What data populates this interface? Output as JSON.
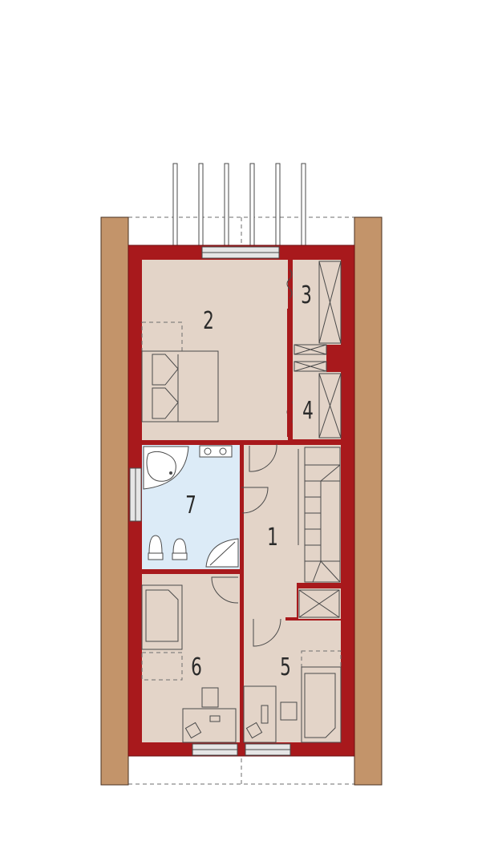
{
  "floor_plan": {
    "colors": {
      "wall": "#a8191c",
      "wall_outline": "#6a0f10",
      "floor": "#e3d4c8",
      "bathroom_floor": "#dcebf7",
      "side_wall": "#c3946a",
      "window": "#d9d9d9"
    },
    "rooms": [
      {
        "id": "1",
        "label": "1"
      },
      {
        "id": "2",
        "label": "2"
      },
      {
        "id": "3",
        "label": "3"
      },
      {
        "id": "4",
        "label": "4"
      },
      {
        "id": "5",
        "label": "5"
      },
      {
        "id": "6",
        "label": "6"
      },
      {
        "id": "7",
        "label": "7"
      }
    ]
  }
}
